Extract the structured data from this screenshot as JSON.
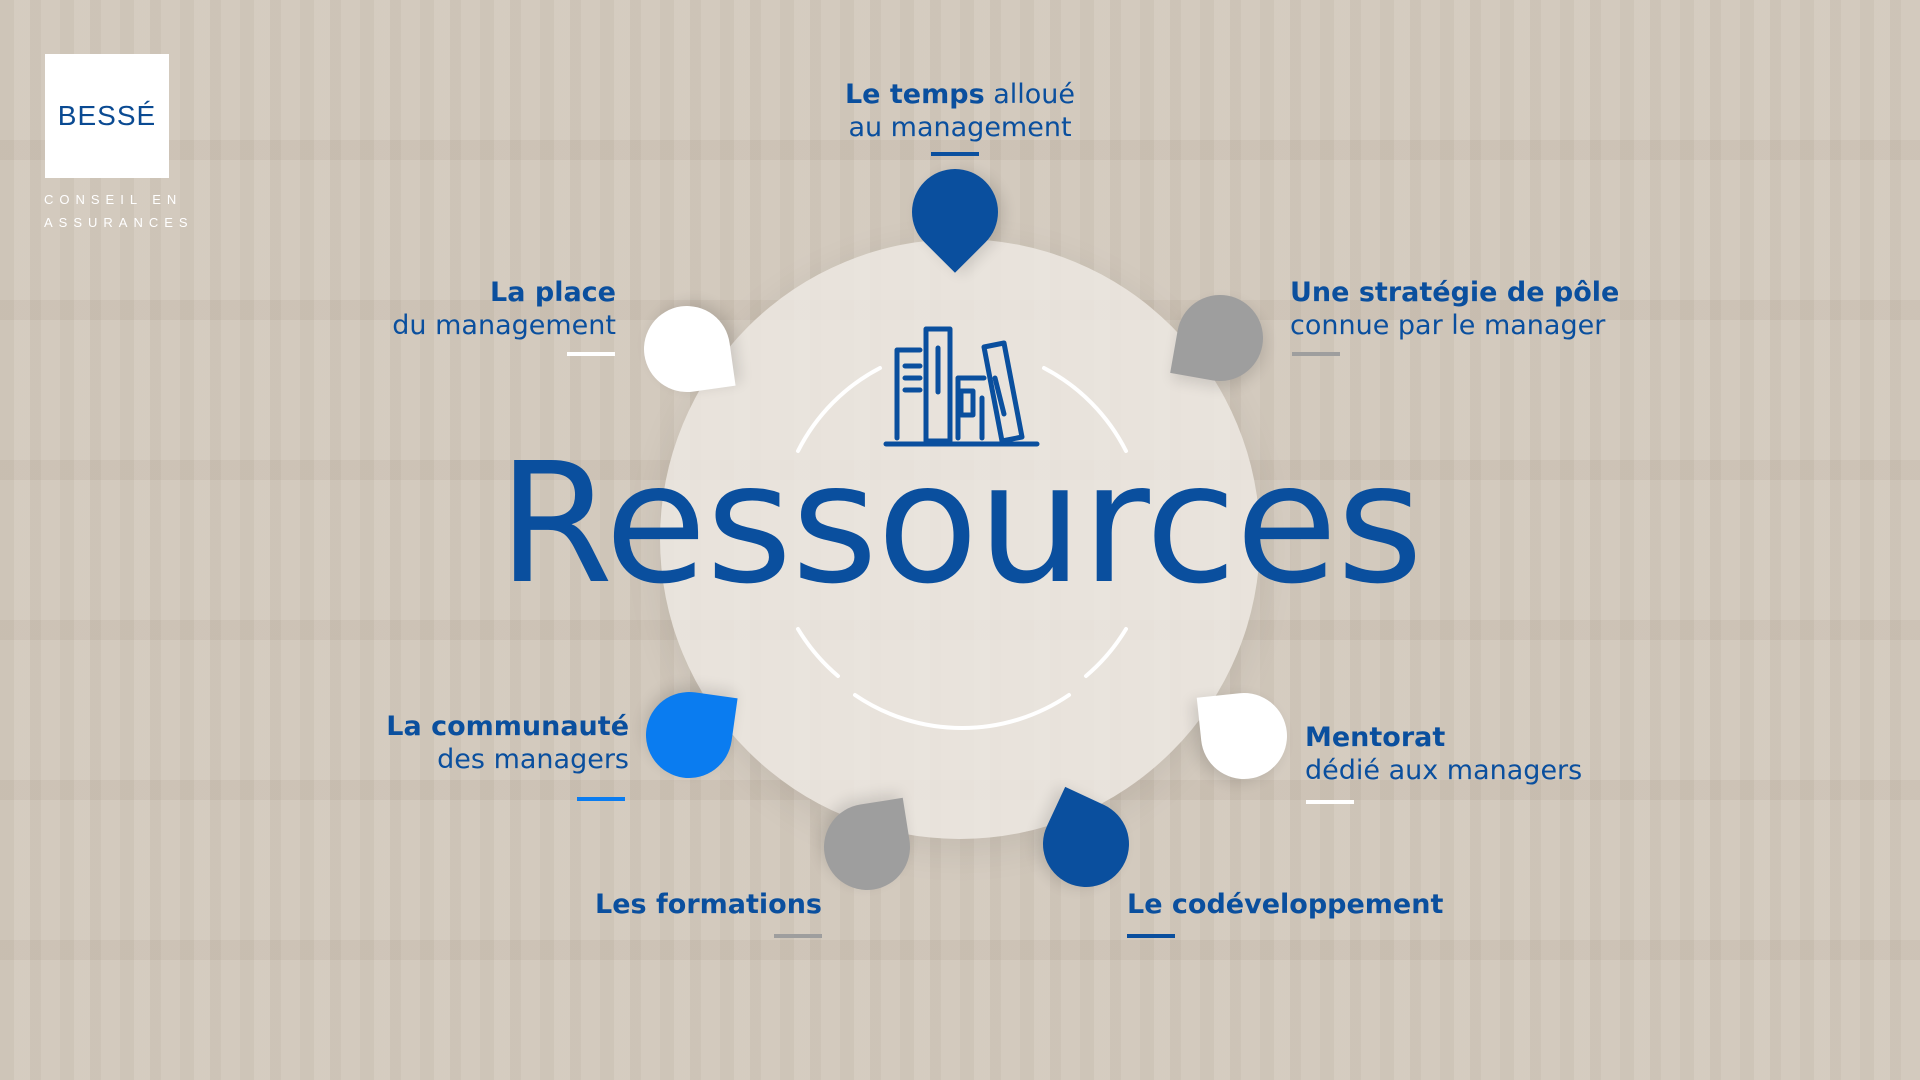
{
  "logo": {
    "name": "BESSÉ",
    "tagline_1": "CONSEIL EN",
    "tagline_2": "ASSURANCES"
  },
  "title": "Ressources",
  "colors": {
    "dark_blue": "#0a4f9e",
    "bright_blue": "#0a7cf0",
    "gray": "#9e9e9e",
    "white": "#ffffff"
  },
  "items": [
    {
      "bold": "Le temps",
      "rest": "alloué",
      "line2": "au management"
    },
    {
      "bold": "La place",
      "line2": "du management"
    },
    {
      "bold": "Une stratégie de pôle",
      "line2": "connue par le manager"
    },
    {
      "bold": "La communauté",
      "line2": "des managers"
    },
    {
      "bold": "Mentorat",
      "line2": "dédié aux managers"
    },
    {
      "bold": "Les formations"
    },
    {
      "bold": "Le codéveloppement"
    }
  ]
}
